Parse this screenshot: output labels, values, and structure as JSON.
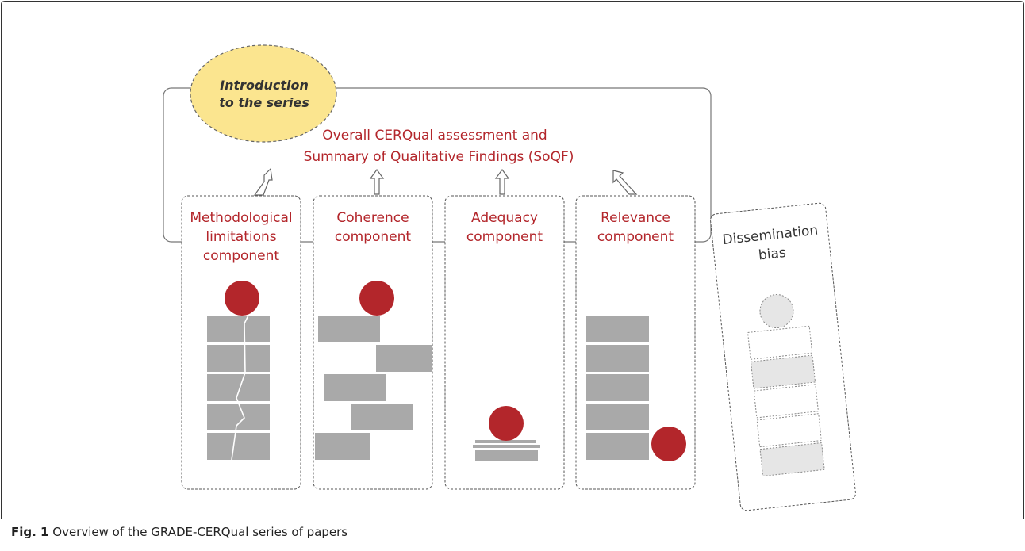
{
  "intro": {
    "line1": "Introduction",
    "line2": "to the series"
  },
  "overall": {
    "line1": "Overall CERQual assessment and",
    "line2": "Summary of Qualitative Findings (SoQF)"
  },
  "components": [
    {
      "line1": "Methodological",
      "line2": "limitations",
      "line3": "component"
    },
    {
      "line1": "Coherence",
      "line2": "component"
    },
    {
      "line1": "Adequacy",
      "line2": "component"
    },
    {
      "line1": "Relevance",
      "line2": "component"
    }
  ],
  "dissemination": {
    "line1": "Dissemination",
    "line2": "bias"
  },
  "caption": {
    "label": "Fig. 1",
    "text": "Overview of the GRADE-CERQual series of papers"
  },
  "colors": {
    "accent_red": "#b3262b",
    "ellipse_fill": "#fbe58f",
    "block_gray": "#a9a9a9"
  }
}
